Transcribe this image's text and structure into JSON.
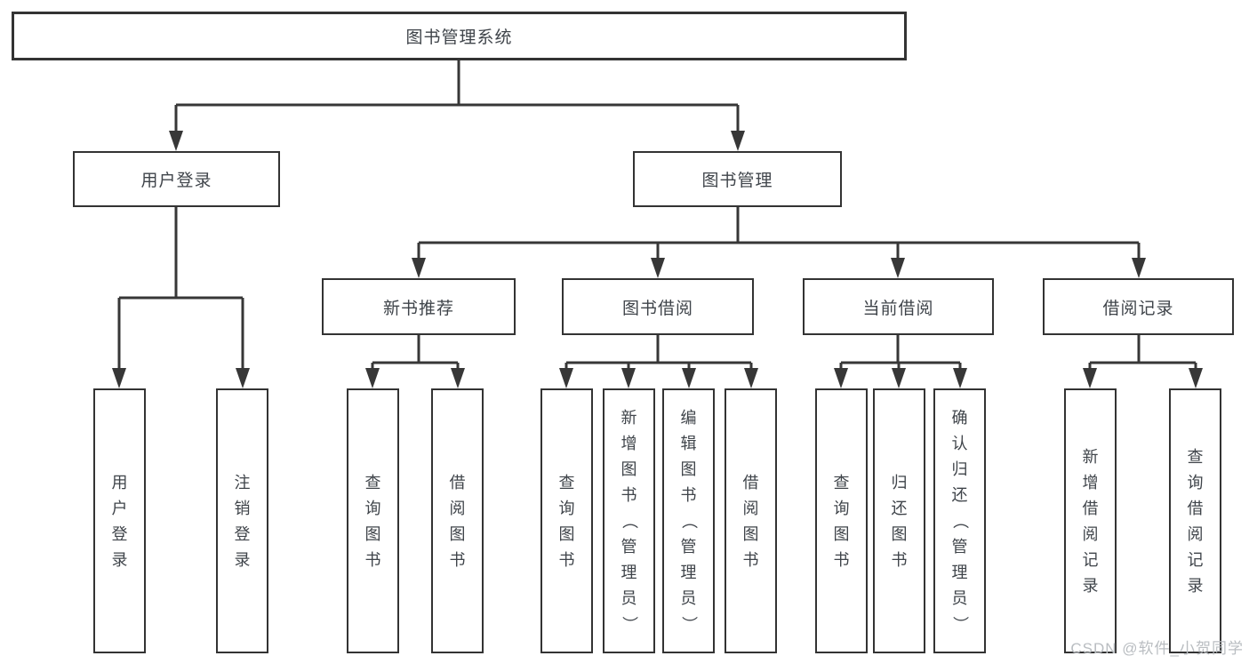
{
  "diagram_type": "hierarchy-tree",
  "colors": {
    "background": "#ffffff",
    "line": "#373737",
    "box_border": "#333333",
    "text": "#3f444a",
    "watermark_text": "#b9bdc1"
  },
  "tree": {
    "root": "图书管理系统",
    "branches": [
      {
        "label": "用户登录",
        "leaves": [
          "用户登录",
          "注销登录"
        ]
      },
      {
        "label": "图书管理",
        "children": [
          {
            "label": "新书推荐",
            "leaves": [
              "查询图书",
              "借阅图书"
            ]
          },
          {
            "label": "图书借阅",
            "leaves": [
              "查询图书",
              "新增图书（管理员）",
              "编辑图书（管理员）",
              "借阅图书"
            ]
          },
          {
            "label": "当前借阅",
            "leaves": [
              "查询图书",
              "归还图书",
              "确认归还（管理员）"
            ]
          },
          {
            "label": "借阅记录",
            "leaves": [
              "新增借阅记录",
              "查询借阅记录"
            ]
          }
        ]
      }
    ]
  },
  "watermark": "CSDN @软件_小贺同学"
}
